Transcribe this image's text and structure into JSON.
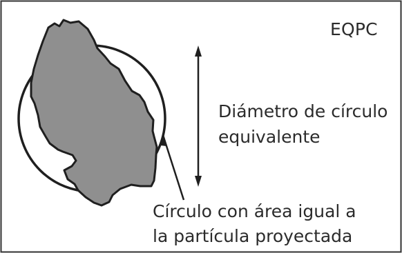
{
  "title": "EQPC",
  "diameter_label": {
    "line1": "Diámetro de círculo",
    "line2": "equivalente"
  },
  "circle_label": {
    "line1": "Círculo con área igual a",
    "line2": "la partícula proyectada"
  },
  "colors": {
    "particle_fill": "#8f8f8f",
    "stroke": "#1f1f1f",
    "text": "#2b2b2b",
    "frame": "#333333",
    "background": "#ffffff"
  }
}
